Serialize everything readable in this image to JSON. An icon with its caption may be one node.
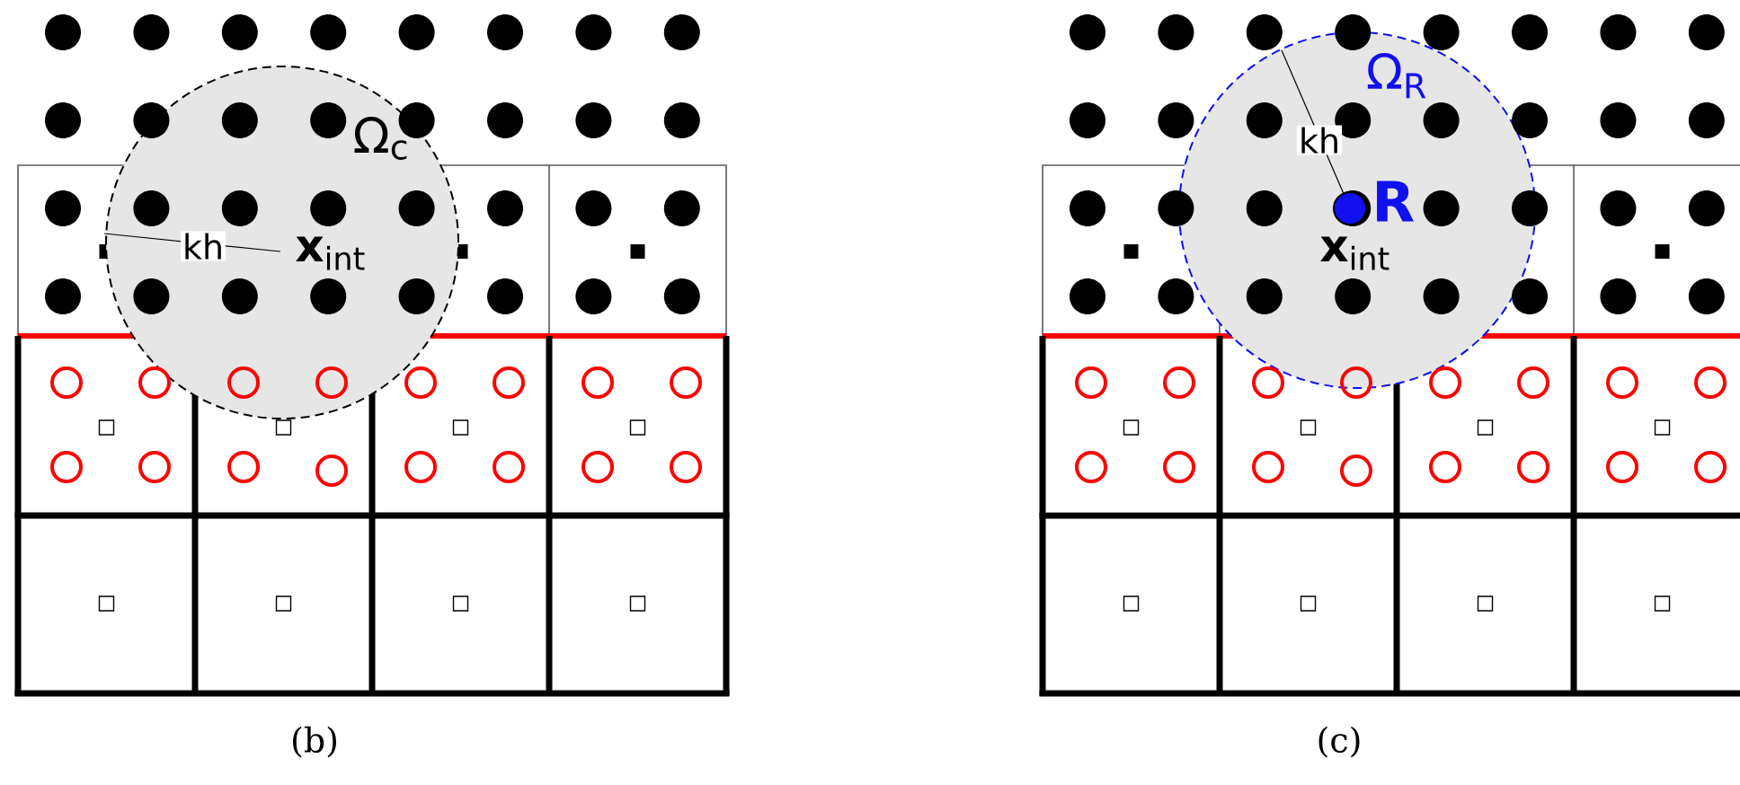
{
  "diagram": {
    "nodes": [
      {
        "text": [
          "Ω$_{c}$",
          "kh",
          "**x**$_{int}$"
        ]
      },
      {
        "text": [
          "Ω$_{R}$",
          "kh",
          "R",
          "**x**$_{int}$"
        ]
      }
    ],
    "labels": [
      "(b)",
      "(c)"
    ]
  }
}
